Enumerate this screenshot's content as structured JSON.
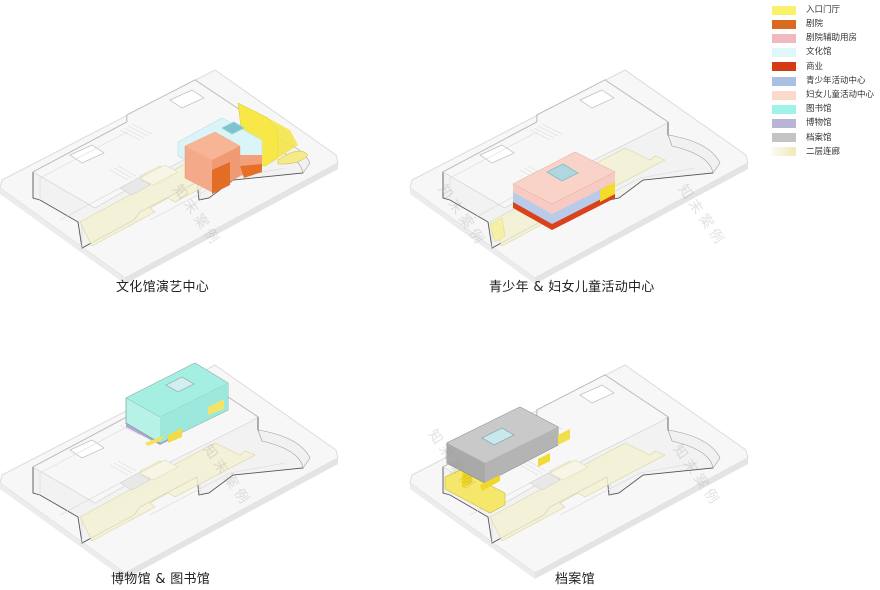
{
  "legend": {
    "items": [
      {
        "label": "入口门厅",
        "color": "#fbf06a"
      },
      {
        "label": "剧院",
        "color": "#d96a22"
      },
      {
        "label": "剧院辅助用房",
        "color": "#f1b9bd"
      },
      {
        "label": "文化馆",
        "color": "#dff7fb"
      },
      {
        "label": "商业",
        "color": "#d63a12"
      },
      {
        "label": "青少年活动中心",
        "color": "#a9c0e4"
      },
      {
        "label": "妇女儿童活动中心",
        "color": "#fbd9cb"
      },
      {
        "label": "图书馆",
        "color": "#9cf3e6"
      },
      {
        "label": "博物馆",
        "color": "#b7b4d6"
      },
      {
        "label": "档案馆",
        "color": "#c4c4c4"
      },
      {
        "label": "二层连廊",
        "color": "#f1efc6"
      }
    ]
  },
  "panels": [
    {
      "caption": "文化馆演艺中心",
      "highlight": [
        "文化馆",
        "剧院",
        "剧院辅助用房",
        "入口门厅"
      ]
    },
    {
      "caption": "青少年 & 妇女儿童活动中心",
      "highlight": [
        "妇女儿童活动中心",
        "青少年活动中心",
        "商业",
        "入口门厅"
      ]
    },
    {
      "caption": "博物馆 & 图书馆",
      "highlight": [
        "图书馆",
        "博物馆",
        "入口门厅"
      ]
    },
    {
      "caption": "档案馆",
      "highlight": [
        "档案馆",
        "入口门厅"
      ]
    }
  ],
  "watermark": "知末案例"
}
